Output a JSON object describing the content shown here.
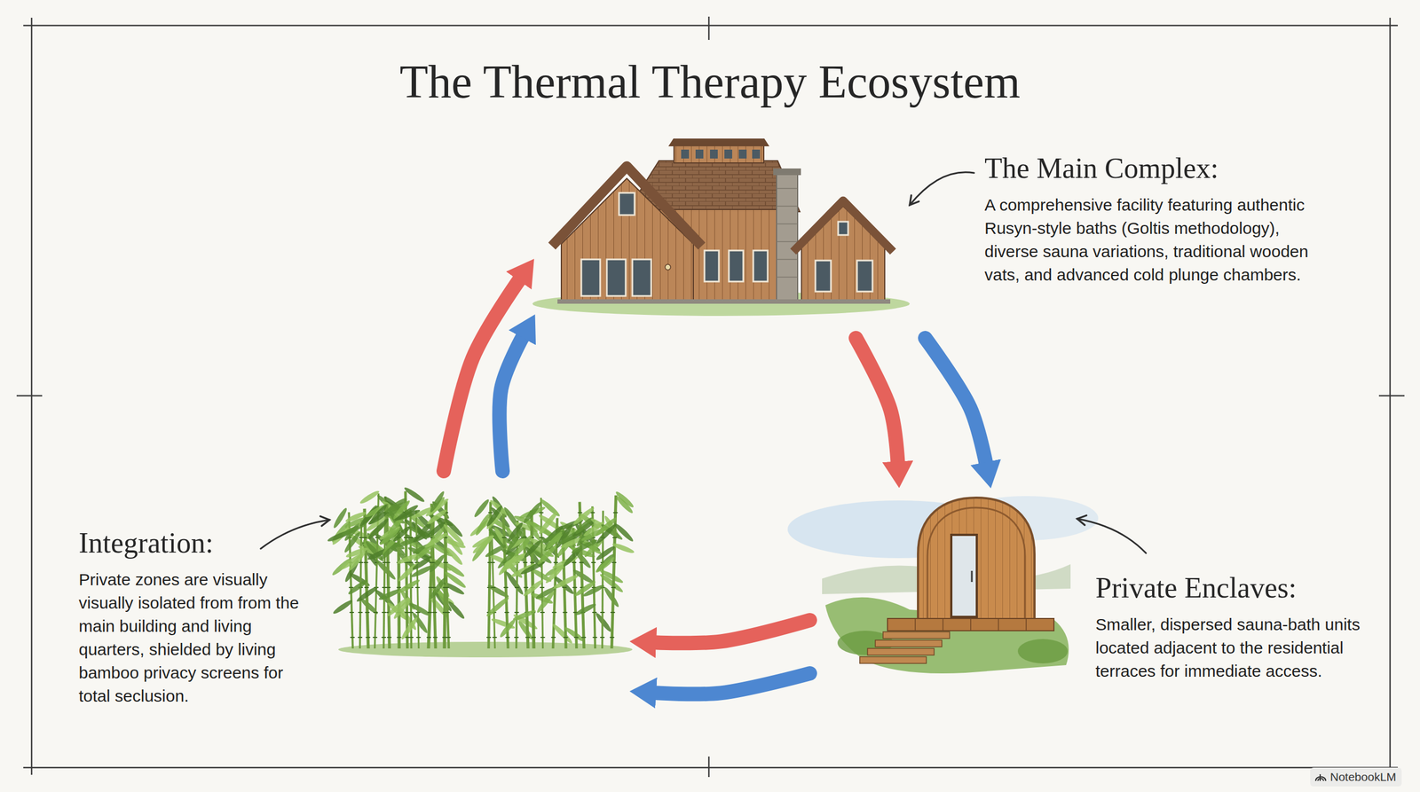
{
  "diagram": {
    "title": "The Thermal Therapy Ecosystem",
    "nodes": [
      {
        "text": [
          "The Main Complex:",
          "A comprehensive facility featuring authentic Rusyn-style baths (Goltis methodology), diverse sauna variations, traditional wooden vats, and advanced cold plunge chambers."
        ]
      },
      {
        "text": [
          "Private Enclaves:",
          "Smaller, dispersed sauna-bath units located adjacent to the residential terraces for immediate access."
        ]
      },
      {
        "text": [
          "Integration:",
          "Private zones are visually visually isolated from from the main building and living quarters, shielded by living bamboo privacy screens for total seclusion."
        ]
      }
    ],
    "edges": [
      {
        "from": 0,
        "to": 1,
        "arrow": "to"
      },
      {
        "from": 0,
        "to": 1,
        "arrow": "to"
      },
      {
        "from": 1,
        "to": 2,
        "arrow": "to"
      },
      {
        "from": 1,
        "to": 2,
        "arrow": "to"
      },
      {
        "from": 2,
        "to": 0,
        "arrow": "to"
      },
      {
        "from": 2,
        "to": 0,
        "arrow": "to"
      }
    ],
    "labels": [
      "NotebookLM"
    ]
  }
}
